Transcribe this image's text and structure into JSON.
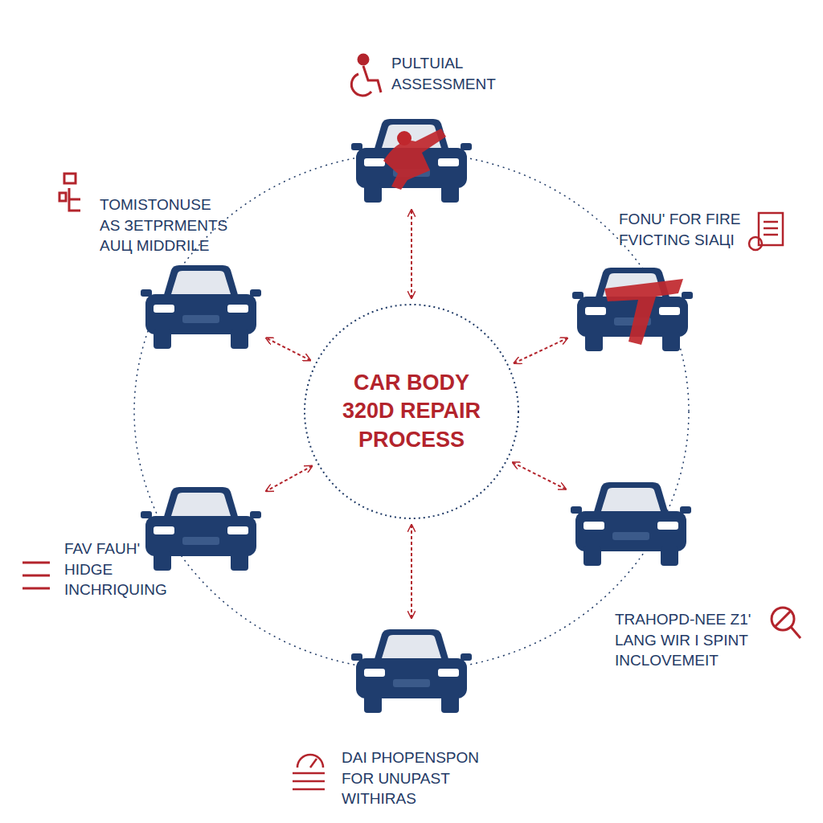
{
  "diagram": {
    "nodes": [
      {
        "text": [
          "PULTUIAL ASSESSMENT"
        ]
      },
      {
        "text": [
          "TOMISTONUSE AS ЗETPRMENTS AUЦ MIDDRILE"
        ]
      },
      {
        "text": [
          "FONU' FOR FIRE FVICTING SIAЦI"
        ]
      },
      {
        "text": [
          "CAR BODY 320D REPAIR PROCESS"
        ]
      },
      {
        "text": [
          "FAV FAUH' HIDGE INCHRIQUING"
        ]
      },
      {
        "text": [
          "TRAHOPD-NEE Z1' LANG WIR I SPINT INCLOVEMEIT"
        ]
      },
      {
        "text": [
          "DAI PHOPENSPON FOR UNUPAST WITHIRAS"
        ]
      }
    ],
    "edges": [
      {
        "from": 3,
        "to": 0,
        "arrow": "both"
      },
      {
        "from": 3,
        "to": 1,
        "arrow": "both"
      },
      {
        "from": 3,
        "to": 2,
        "arrow": "both"
      },
      {
        "from": 3,
        "to": 4,
        "arrow": "both"
      },
      {
        "from": 3,
        "to": 5,
        "arrow": "both"
      },
      {
        "from": 3,
        "to": 6,
        "arrow": "both"
      }
    ]
  }
}
